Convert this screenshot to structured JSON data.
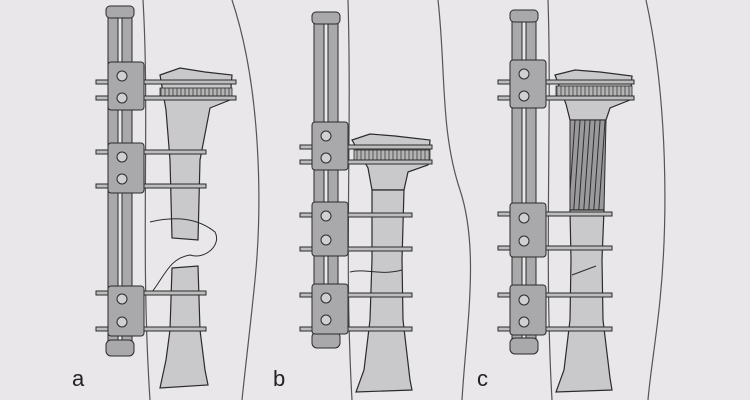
{
  "figure": {
    "background": "#e9e7e9",
    "panels": [
      {
        "id": "a",
        "label": "a"
      },
      {
        "id": "b",
        "label": "b"
      },
      {
        "id": "c",
        "label": "c"
      }
    ],
    "colors": {
      "bone_fill": "#c9c9cb",
      "frame_fill": "#a9a9ab",
      "frame_dark": "#7a7a7c",
      "outline": "#2b2b2b",
      "skin_line": "#555555"
    }
  }
}
